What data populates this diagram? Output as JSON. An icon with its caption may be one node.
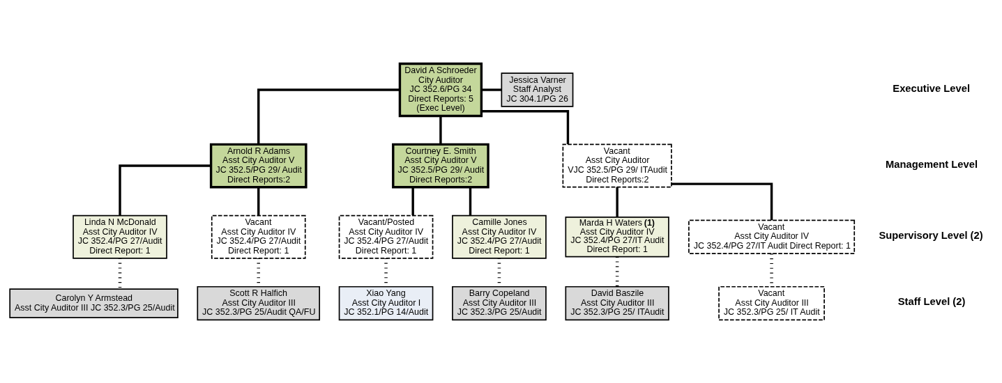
{
  "diagram": {
    "nodes": [
      {
        "text": [
          "David A Schroeder",
          "City Auditor",
          "JC 352.6/PG 34",
          "Direct Reports: 5",
          "(Exec Level)"
        ]
      },
      {
        "text": [
          "Jessica Varner",
          "Staff Analyst",
          "JC 304.1/PG 26"
        ]
      },
      {
        "text": [
          "Arnold R Adams",
          "Asst City Auditor V",
          "JC 352.5/PG 29/ Audit",
          "Direct Reports:2"
        ]
      },
      {
        "text": [
          "Courtney E. Smith",
          "Asst City Auditor V",
          "JC 352.5/PG 29/ Audit",
          "Direct Reports:2"
        ]
      },
      {
        "text": [
          "Vacant",
          "Asst City Auditor",
          "VJC 352.5/PG 29/ ITAudit",
          "Direct Reports:2"
        ]
      },
      {
        "text": [
          "Linda N McDonald",
          "Asst City Auditor IV",
          "JC 352.4/PG 27/Audit",
          "Direct Report: 1"
        ]
      },
      {
        "text": [
          "Vacant",
          "Asst City Auditor IV",
          "JC 352.4/PG 27/Audit",
          "Direct Report: 1"
        ]
      },
      {
        "text": [
          "Vacant/Posted",
          "Asst City Auditor IV",
          "JC 352.4/PG 27/Audit",
          "Direct Report: 1"
        ]
      },
      {
        "text": [
          "Camille Jones",
          "Asst City Auditor IV",
          "JC 352.4/PG 27/Audit",
          "Direct Report: 1"
        ]
      },
      {
        "text": [
          "Marda H Waters **(1)**",
          "Asst City Auditor IV",
          "JC 352.4/PG 27/IT Audit",
          "Direct Report: 1"
        ]
      },
      {
        "text": [
          "Vacant",
          "Asst City Auditor IV",
          "JC 352.4/PG 27/IT Audit Direct Report: 1"
        ]
      },
      {
        "text": [
          "Carolyn Y Armstead",
          "Asst City Auditor III JC 352.3/PG 25/Audit"
        ]
      },
      {
        "text": [
          "Scott R Halfich",
          "Asst City Auditor III",
          "JC 352.3/PG 25/Audit QA/FU"
        ]
      },
      {
        "text": [
          "Xiao Yang",
          "Asst City Auditor I",
          "JC 352.1/PG 14/Audit"
        ]
      },
      {
        "text": [
          "Barry Copeland",
          "Asst City Auditor III",
          "JC 352.3/PG 25/Audit"
        ]
      },
      {
        "text": [
          "David Baszile",
          "Asst City Auditor III",
          "JC 352.3/PG 25/ ITAudit"
        ]
      },
      {
        "text": [
          "Vacant",
          "Asst City Auditor III",
          "JC 352.3/PG 25/ IT Audit"
        ]
      }
    ],
    "edges": [
      {
        "from": 0,
        "to": 1,
        "arrow": "none"
      },
      {
        "from": 0,
        "to": 2,
        "arrow": "none"
      },
      {
        "from": 0,
        "to": 3,
        "arrow": "none"
      },
      {
        "from": 0,
        "to": 4,
        "arrow": "none"
      },
      {
        "from": 2,
        "to": 5,
        "arrow": "none"
      },
      {
        "from": 2,
        "to": 6,
        "arrow": "none"
      },
      {
        "from": 3,
        "to": 7,
        "arrow": "none"
      },
      {
        "from": 3,
        "to": 8,
        "arrow": "none"
      },
      {
        "from": 4,
        "to": 9,
        "arrow": "none"
      },
      {
        "from": 4,
        "to": 10,
        "arrow": "none"
      },
      {
        "from": 5,
        "to": 11,
        "arrow": "none",
        "style": "dashed"
      },
      {
        "from": 6,
        "to": 12,
        "arrow": "none",
        "style": "dashed"
      },
      {
        "from": 7,
        "to": 13,
        "arrow": "none",
        "style": "dashed"
      },
      {
        "from": 8,
        "to": 14,
        "arrow": "none",
        "style": "dashed"
      },
      {
        "from": 9,
        "to": 15,
        "arrow": "none",
        "style": "dashed"
      },
      {
        "from": 10,
        "to": 16,
        "arrow": "none",
        "style": "dashed"
      }
    ],
    "labels": [
      "Executive Level",
      "Management Level",
      "Supervisory Level (2)",
      "Staff Level (2)"
    ]
  }
}
